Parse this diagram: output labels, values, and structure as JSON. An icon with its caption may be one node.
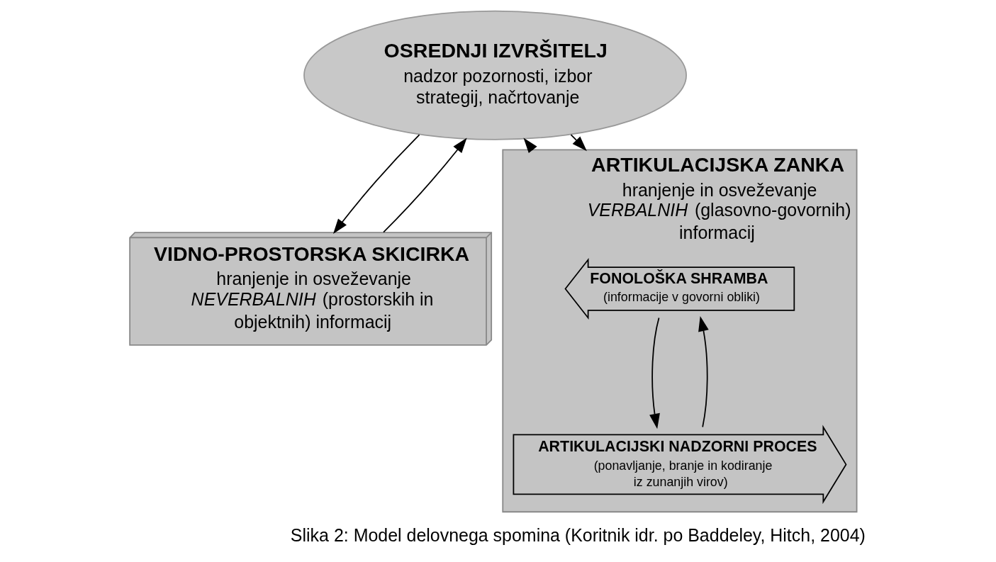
{
  "diagram": {
    "caption": "Slika 2: Model delovnega spomina (Koritnik idr. po Baddeley, Hitch, 2004)",
    "nodes": [
      {
        "text": [
          "OSREDNJI IZVRŠITELJ",
          "nadzor pozornosti, izbor strategij, načrtovanje"
        ]
      },
      {
        "text": [
          "VIDNO-PROSTORSKA SKICIRKA",
          "hranjenje in osveževanje *NEVERBALNIH* (prostorskih in objektnih) informacij"
        ]
      },
      {
        "text": [
          "ARTIKULACIJSKA ZANKA",
          "hranjenje in osveževanje *VERBALNIH* (glasovno-govornih) informacij"
        ]
      },
      {
        "text": [
          "FONOLOŠKA SHRAMBA",
          "(informacije v govorni obliki)"
        ],
        "in": 2
      },
      {
        "text": [
          "ARTIKULACIJSKI NADZORNI PROCES",
          "(ponavljanje, branje in kodiranje iz zunanjih virov)"
        ],
        "in": 2
      }
    ],
    "edges": [
      {
        "from": 1,
        "to": 0,
        "arrow": "to"
      },
      {
        "from": 0,
        "to": 1,
        "arrow": "to"
      },
      {
        "from": 2,
        "to": 0,
        "arrow": "to"
      },
      {
        "from": 0,
        "to": 2,
        "arrow": "to"
      },
      {
        "from": 3,
        "to": 4,
        "arrow": "to"
      },
      {
        "from": 4,
        "to": 3,
        "arrow": "to"
      }
    ]
  }
}
